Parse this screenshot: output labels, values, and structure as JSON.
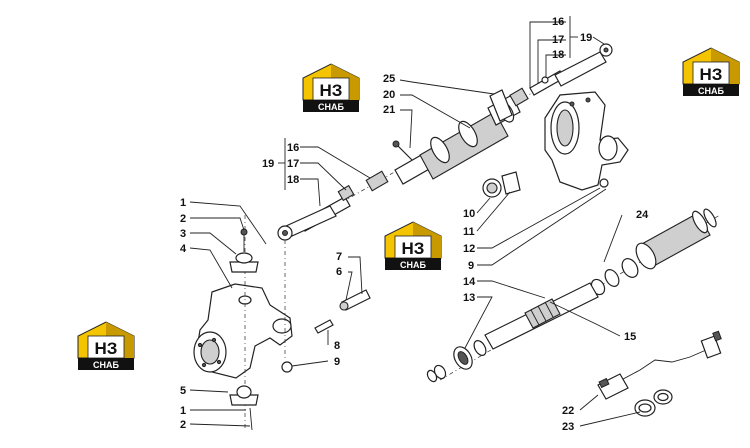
{
  "logo": {
    "main": "НЗ",
    "sub": "СНАБ"
  },
  "labels": {
    "c16a": "16",
    "c17a": "17",
    "c18a": "18",
    "c19a": "19",
    "c25": "25",
    "c20": "20",
    "c21": "21",
    "c16b": "16",
    "c17b": "17",
    "c18b": "18",
    "c19b": "19",
    "c10": "10",
    "c11": "11",
    "c12": "12",
    "c9a": "9",
    "c24": "24",
    "c14": "14",
    "c13": "13",
    "c15": "15",
    "c1a": "1",
    "c2a": "2",
    "c3": "3",
    "c4": "4",
    "c7": "7",
    "c6": "6",
    "c8": "8",
    "c9b": "9",
    "c5": "5",
    "c1b": "1",
    "c2b": "2",
    "c22": "22",
    "c23": "23"
  }
}
